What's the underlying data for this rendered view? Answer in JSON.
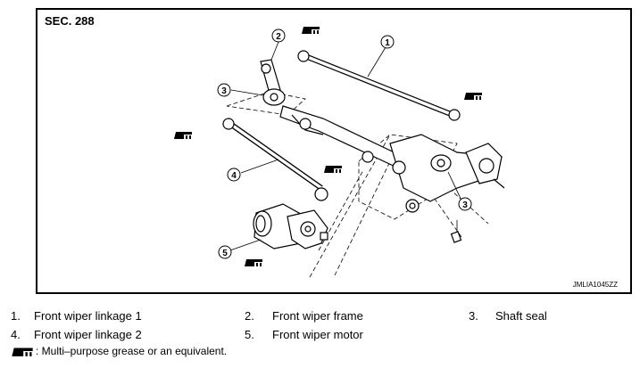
{
  "section": "SEC. 288",
  "image_code": "JMLIA1045ZZ",
  "callouts": [
    "1",
    "2",
    "3",
    "3",
    "4",
    "5"
  ],
  "legend": [
    {
      "num": "1.",
      "label": "Front wiper linkage 1"
    },
    {
      "num": "2.",
      "label": "Front wiper frame"
    },
    {
      "num": "3.",
      "label": "Shaft seal"
    },
    {
      "num": "4.",
      "label": "Front wiper linkage 2"
    },
    {
      "num": "5.",
      "label": "Front wiper motor"
    }
  ],
  "grease_note": ": Multi–purpose grease or an equivalent.",
  "icons": {
    "grease": "grease-icon"
  }
}
